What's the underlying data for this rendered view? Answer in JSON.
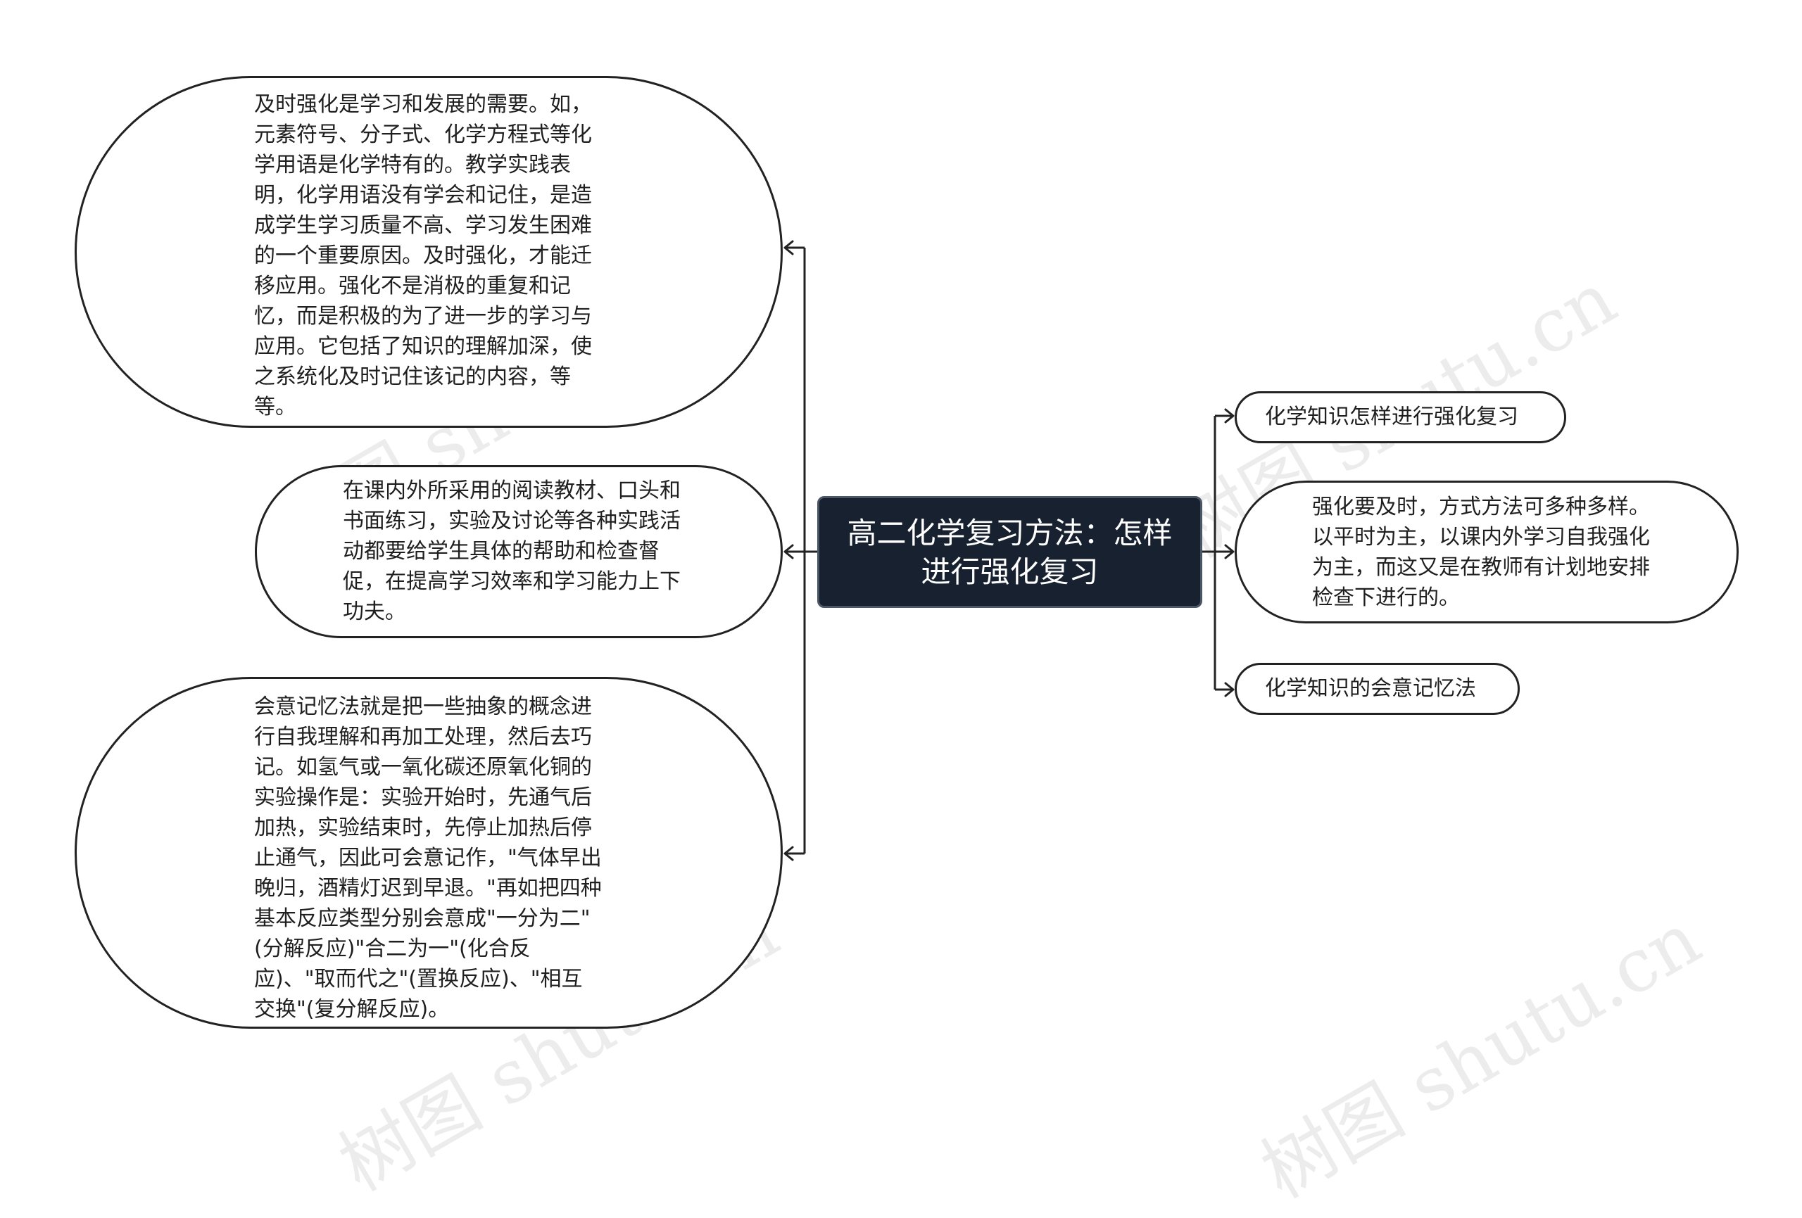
{
  "watermark": "树图 shutu.cn",
  "center": {
    "title": "高二化学复习方法：怎样进行强化复习"
  },
  "left": {
    "n1": "及时强化是学习和发展的需要。如，元素符号、分子式、化学方程式等化学用语是化学特有的。教学实践表明，化学用语没有学会和记住，是造成学生学习质量不高、学习发生困难的一个重要原因。及时强化，才能迁移应用。强化不是消极的重复和记忆，而是积极的为了进一步的学习与应用。它包括了知识的理解加深，使之系统化及时记住该记的内容，等等。",
    "n2": "在课内外所采用的阅读教材、口头和书面练习，实验及讨论等各种实践活动都要给学生具体的帮助和检查督促，在提高学习效率和学习能力上下功夫。",
    "n3": "会意记忆法就是把一些抽象的概念进行自我理解和再加工处理，然后去巧记。如氢气或一氧化碳还原氧化铜的实验操作是：实验开始时，先通气后加热，实验结束时，先停止加热后停止通气，因此可会意记作，\"气体早出晚归，酒精灯迟到早退。\"再如把四种基本反应类型分别会意成\"一分为二\"(分解反应)\"合二为一\"(化合反应)、\"取而代之\"(置换反应)、\"相互交换\"(复分解反应)。"
  },
  "right": {
    "r1": "化学知识怎样进行强化复习",
    "r2": "强化要及时，方式方法可多种多样。以平时为主，以课内外学习自我强化为主，而这又是在教师有计划地安排检查下进行的。",
    "r3": "化学知识的会意记忆法"
  }
}
